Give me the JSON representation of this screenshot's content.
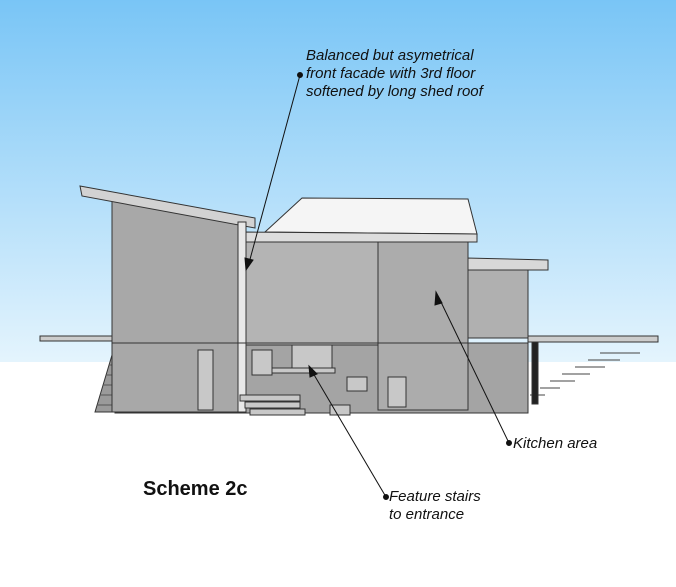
{
  "annotations": {
    "facade": {
      "line1": "Balanced but asymetrical",
      "line2": "front facade with 3rd floor",
      "line3": "softened by long shed roof"
    },
    "kitchen": {
      "text": "Kitchen area"
    },
    "stairs": {
      "line1": "Feature stairs",
      "line2": "to entrance"
    }
  },
  "scheme_title": "Scheme 2c",
  "colors": {
    "sky_top": "#7ac6f6",
    "sky_horizon": "#e2f3fd",
    "wall": "#a9a9a9",
    "roof": "#f4f4f4"
  }
}
